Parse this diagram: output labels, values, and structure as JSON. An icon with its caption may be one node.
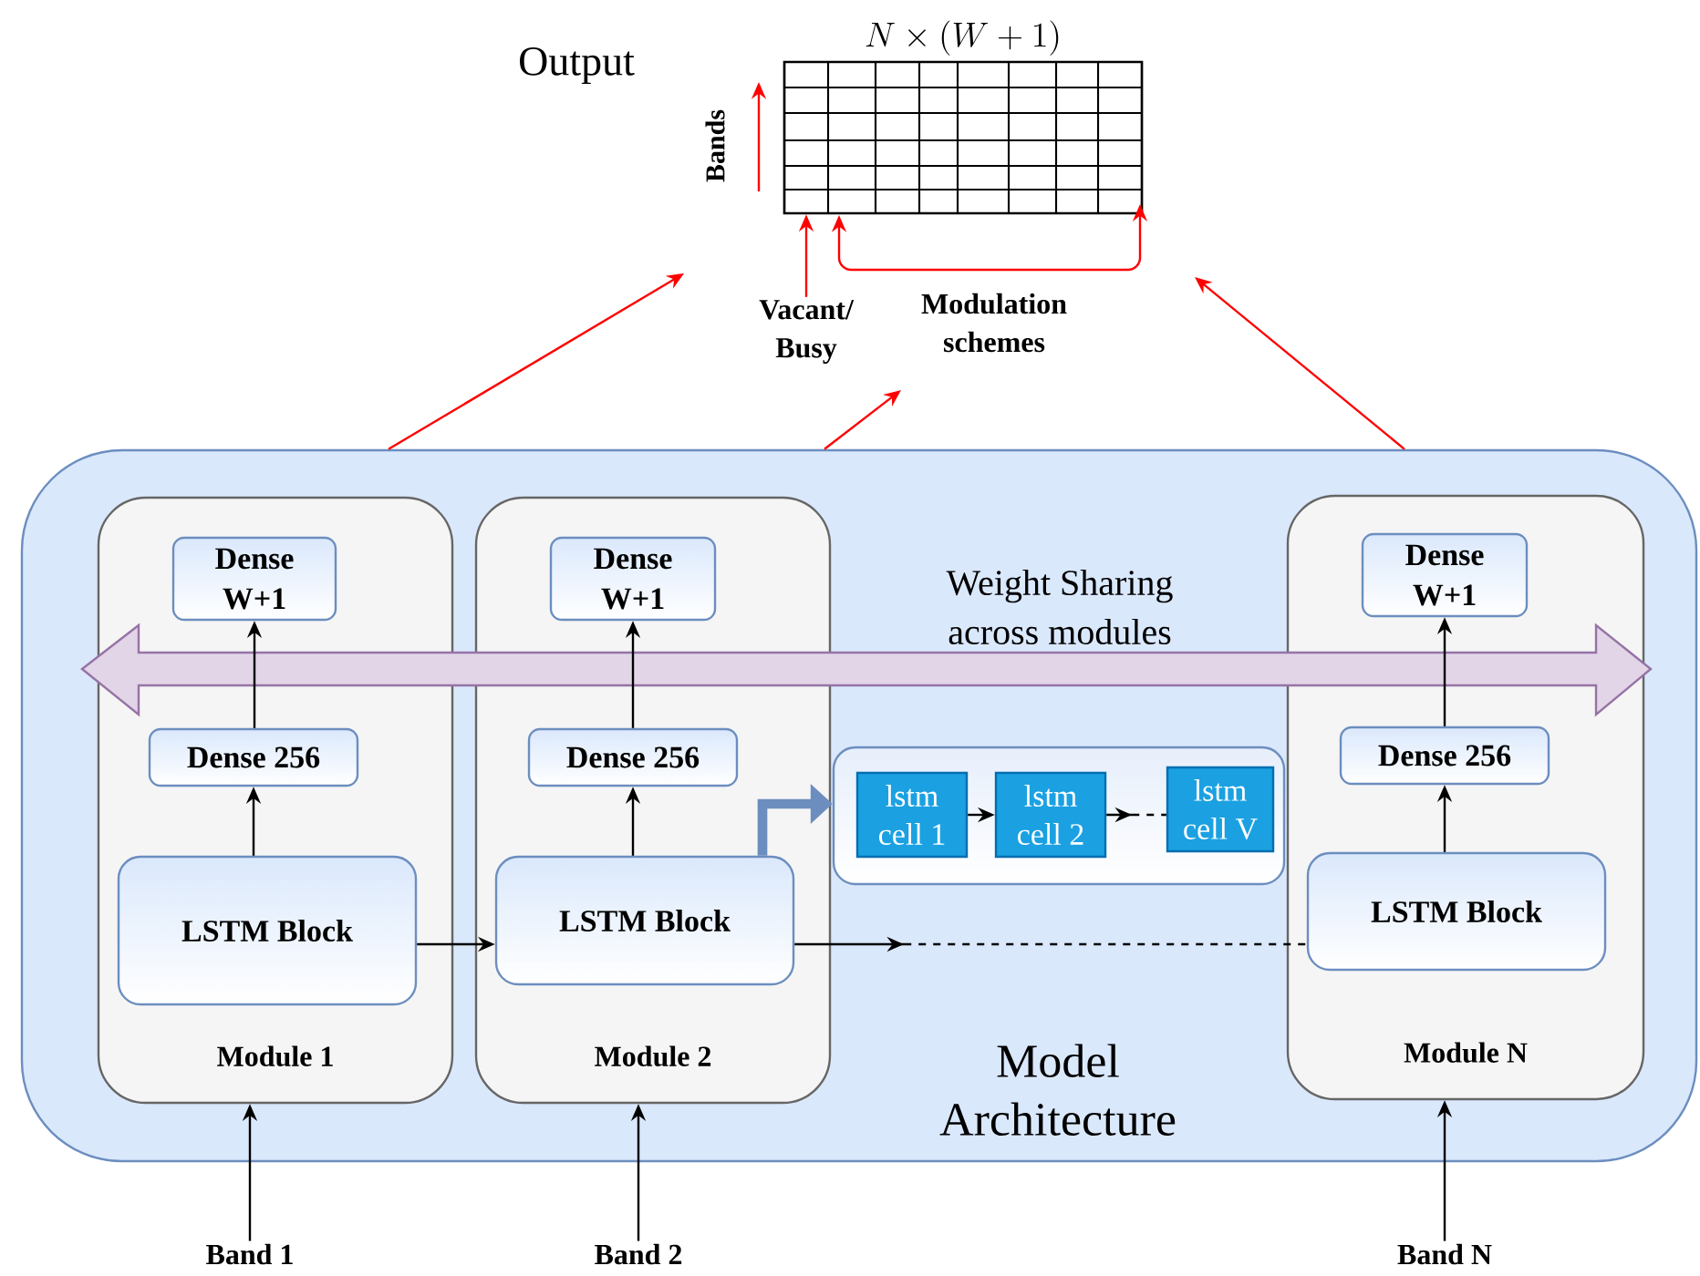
{
  "diagram": {
    "nodes": [
      {
        "text": [
          "Model Architecture"
        ]
      },
      {
        "text": [
          "Module 1"
        ],
        "in": 0
      },
      {
        "text": [
          "Dense W+1"
        ],
        "in": 1
      },
      {
        "text": [
          "Dense 256"
        ],
        "in": 1
      },
      {
        "text": [
          "LSTM Block"
        ],
        "in": 1
      },
      {
        "text": [
          "Module 2"
        ],
        "in": 0
      },
      {
        "text": [
          "Dense W+1"
        ],
        "in": 5
      },
      {
        "text": [
          "Dense 256"
        ],
        "in": 5
      },
      {
        "text": [
          "LSTM Block"
        ],
        "in": 5
      },
      {
        "text": [],
        "shape": "box",
        "in": 0
      },
      {
        "text": [
          "lstm cell 1"
        ],
        "in": 9
      },
      {
        "text": [
          "lstm cell 2"
        ],
        "in": 9
      },
      {
        "text": [
          "lstm cell V"
        ],
        "in": 9
      },
      {
        "text": [
          "Module N"
        ],
        "in": 0
      },
      {
        "text": [
          "Dense W+1"
        ],
        "in": 13
      },
      {
        "text": [
          "Dense 256"
        ],
        "in": 13
      },
      {
        "text": [
          "LSTM Block"
        ],
        "in": 13
      },
      {
        "text": [
          "Band 1"
        ]
      },
      {
        "text": [
          "Band 2"
        ]
      },
      {
        "text": [
          "Band N"
        ]
      },
      {
        "text": [
          "N \\times (W+1)"
        ]
      },
      {
        "text": [
          "Vacant/ Busy"
        ]
      }
    ],
    "edges": [
      {
        "from": 17,
        "to": 1,
        "arrow": "to"
      },
      {
        "from": 18,
        "to": 5,
        "arrow": "to"
      },
      {
        "from": 19,
        "to": 13,
        "arrow": "to"
      },
      {
        "from": 4,
        "to": 3,
        "arrow": "to"
      },
      {
        "from": 3,
        "to": 2,
        "arrow": "to"
      },
      {
        "from": 8,
        "to": 7,
        "arrow": "to"
      },
      {
        "from": 7,
        "to": 6,
        "arrow": "to"
      },
      {
        "from": 16,
        "to": 15,
        "arrow": "to"
      },
      {
        "from": 15,
        "to": 14,
        "arrow": "to"
      },
      {
        "from": 4,
        "to": 8,
        "arrow": "to"
      },
      {
        "from": 8,
        "to": 16,
        "arrow": "to",
        "style": "dashed"
      },
      {
        "from": 8,
        "to": 9,
        "arrow": "to",
        "style": "thick",
        "color": "#6c8ebf"
      },
      {
        "from": 10,
        "to": 11,
        "arrow": "to"
      },
      {
        "from": 11,
        "to": 12,
        "arrow": "to",
        "style": "dashed"
      },
      {
        "from": 21,
        "to": 20,
        "arrow": "to",
        "color": "#ff0000"
      },
      {
        "from": 0,
        "to": null,
        "arrow": "to",
        "color": "#ff0000"
      },
      {
        "from": 0,
        "to": null,
        "arrow": "to",
        "color": "#ff0000"
      },
      {
        "from": 0,
        "to": null,
        "arrow": "to",
        "color": "#ff0000"
      }
    ],
    "labels": [
      "Output",
      "Bands",
      "Modulation schemes",
      "Weight Sharing across modules"
    ]
  }
}
